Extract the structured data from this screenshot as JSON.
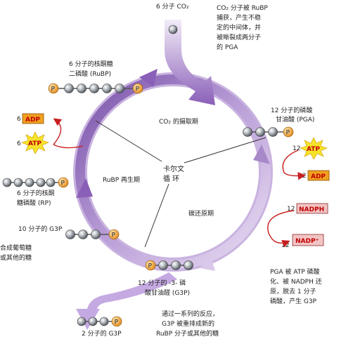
{
  "labels": {
    "co2_input": "6 分子 CO₂",
    "co2_capture_note": [
      "CO₂ 分子被 RuBP",
      "捕获，产生不稳",
      "定的中间体，并",
      "被晰裂成两分子",
      "的 PGA"
    ],
    "rubp_top": [
      "6 分子的核酮糖",
      "二磷酸 (RuBP)"
    ],
    "pga": [
      "12 分子的磷酸",
      "甘油酸 (PGA)"
    ],
    "co2_fixation_phase": "CO₂ 的摄取期",
    "calvin_cycle": [
      "卡尔文",
      "循    环"
    ],
    "rubp_regen_phase": "RuBP 再生期",
    "reduction_phase": "碳还原期",
    "rp": [
      "6 分子的核酮",
      "糖磷酸 (RP)"
    ],
    "g3p_10": "10 分子的 G3P",
    "g3p_12": [
      "12 分子的 -3- 磷",
      "酸甘油醛 (G3P)"
    ],
    "g3p_2": "2 分子的 G3P",
    "synthesis": [
      "合成葡萄糖",
      "或其他的糖"
    ],
    "pga_reduction_note": [
      "PGA 被 ATP 磷酸",
      "化、被 NADPH 还",
      "原，脱去 1 分子",
      "磷酸，产生 G3P"
    ],
    "rearrange_note": [
      "通过一系列的反应，",
      "G3P 被重排成新的",
      "RuBP 分子或其他的糖"
    ]
  },
  "cofactors": {
    "adp_left_count": "6",
    "adp_left": "ADP",
    "atp_left_count": "6",
    "atp_left": "ATP",
    "atp_right_count": "12",
    "atp_right": "ATP",
    "adp_right_count": "12",
    "adp_right": "ADP",
    "nadph_count": "12",
    "nadph": "NADPH",
    "nadp_count": "12",
    "nadp": "NADP⁺"
  },
  "phosphate_label": "P",
  "colors": {
    "arrow_purple": "#9b74bf",
    "arrow_light": "#e8dcf2",
    "adp_orange": "#f0a020",
    "atp_yellow": "#f7e22a",
    "nadph_pink": "#f2c4c4",
    "red_arrow": "#c81e1e"
  }
}
